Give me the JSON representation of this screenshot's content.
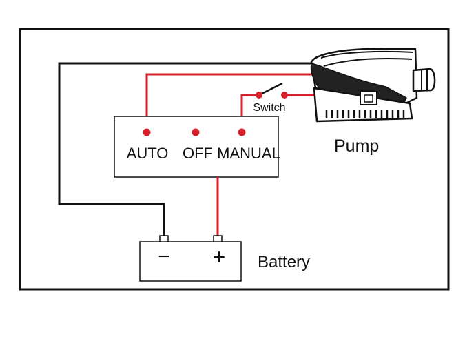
{
  "panel": {
    "labels": {
      "auto": "AUTO",
      "off": "OFF",
      "manual": "MANUAL"
    }
  },
  "switch_label": "Switch",
  "pump_label": "Pump",
  "battery": {
    "label": "Battery",
    "negative_symbol": "−",
    "positive_symbol": "+"
  },
  "colors": {
    "wire_positive": "#d8202a",
    "wire_negative": "#111111",
    "outline": "#111111"
  },
  "icons": [
    "pump-icon",
    "battery-icon",
    "switch-icon"
  ]
}
